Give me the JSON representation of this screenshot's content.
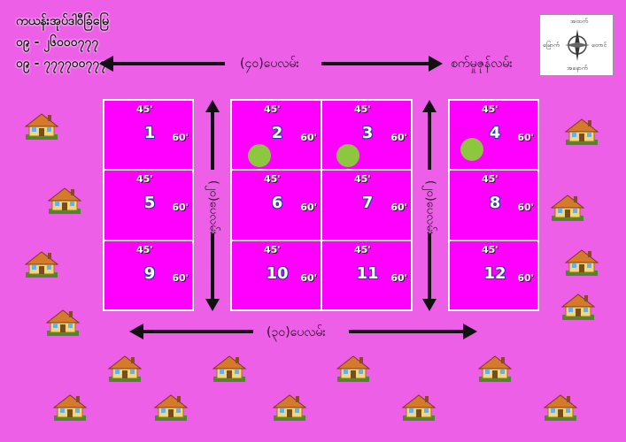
{
  "header": {
    "line1": "ကယန်းအုပ်ဒါဝီခြံမြေ",
    "line2": "၀၉ - ၂၆၀၀၀၇၇၇",
    "line3": "၀၉ - ၇၇၇၇၀၀၇၇၇"
  },
  "compass": {
    "north": "အထက်",
    "west": "မြောက်",
    "east": "တောင်",
    "south": "အနောက်"
  },
  "roads": {
    "top": "(၄၀)ပေလမ်း",
    "top_right": "စက်မှုဇုန်လမ်း",
    "bottom": "(၃၀)ပေလမ်း",
    "left_vertical": "(၂၀)ပေလမ်း",
    "right_vertical": "(၂၀)ပေလမ်း"
  },
  "plot_width_label": "45'",
  "plot_depth_label": "60'",
  "plots": [
    {
      "number": "1",
      "tree": false
    },
    {
      "number": "2",
      "tree": true
    },
    {
      "number": "3",
      "tree": true
    },
    {
      "number": "4",
      "tree": true
    },
    {
      "number": "5",
      "tree": false
    },
    {
      "number": "6",
      "tree": false
    },
    {
      "number": "7",
      "tree": false
    },
    {
      "number": "8",
      "tree": false
    },
    {
      "number": "9",
      "tree": false
    },
    {
      "number": "10",
      "tree": false
    },
    {
      "number": "11",
      "tree": false
    },
    {
      "number": "12",
      "tree": false
    }
  ],
  "colors": {
    "background": "#ee5fe8",
    "plot": "#ff00ff",
    "tree": "#8dc63f"
  },
  "icons": [
    "house-icon",
    "tree-icon",
    "compass-icon"
  ]
}
